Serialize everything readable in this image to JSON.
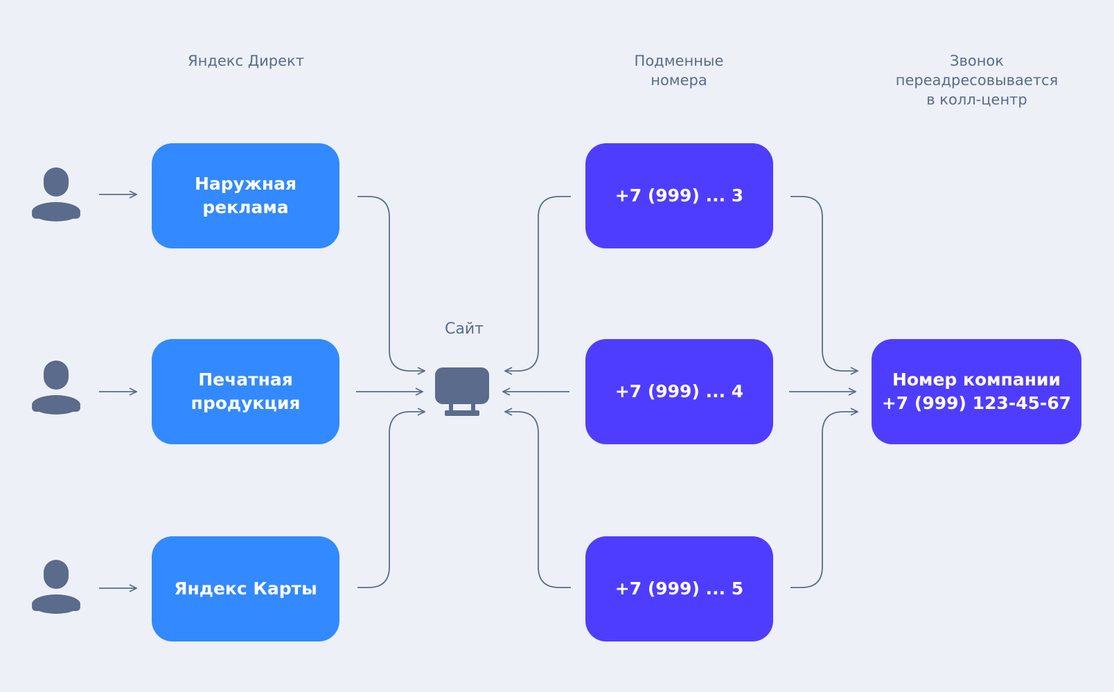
{
  "colors": {
    "background": "#edf0f7",
    "source_box": "#3389ff",
    "number_box": "#4f3dff",
    "line": "#5a6b8c",
    "text": "#ffffff"
  },
  "headers": {
    "sources": "Яндекс Директ",
    "numbers": "Подменные\nномера",
    "forward": "Звонок\nпереадресовывается\nв колл-центр"
  },
  "sources": [
    {
      "label": "Наружная\nреклама"
    },
    {
      "label": "Печатная\nпродукция"
    },
    {
      "label": "Яндекс Карты"
    }
  ],
  "site": {
    "label": "Сайт",
    "icon": "monitor-icon"
  },
  "numbers": [
    {
      "label": "+7 (999) ... 3"
    },
    {
      "label": "+7 (999) ... 4"
    },
    {
      "label": "+7 (999) ... 5"
    }
  ],
  "company": {
    "label": "Номер компании\n+7 (999) 123-45-67"
  },
  "user_icon": "user-icon"
}
